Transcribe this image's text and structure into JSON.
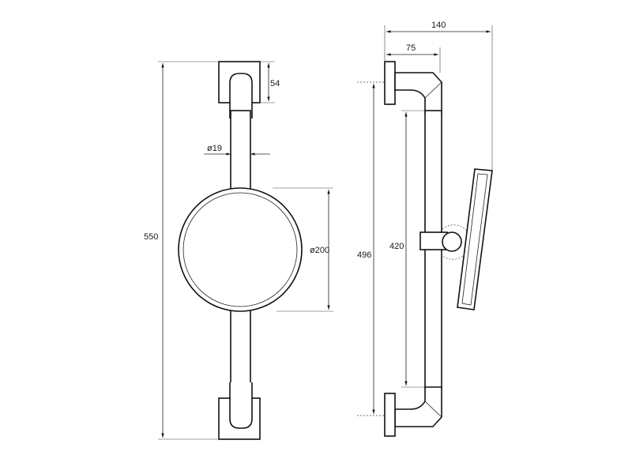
{
  "dimensions": {
    "total_height": "550",
    "bracket_height": "54",
    "bar_diameter": "ø19",
    "mirror_diameter": "ø200",
    "side_depth": "140",
    "bracket_depth": "75",
    "side_height": "496",
    "rail_length": "420"
  },
  "colors": {
    "line": "#111111",
    "background": "#ffffff"
  }
}
